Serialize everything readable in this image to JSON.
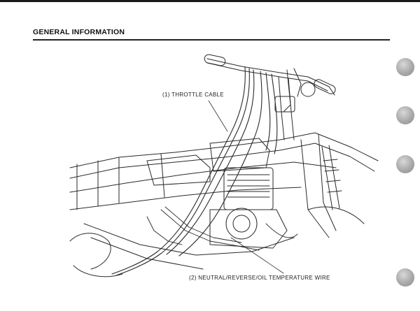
{
  "page": {
    "section_title": "GENERAL INFORMATION"
  },
  "illustration": {
    "callouts": [
      {
        "label": "(1) THROTTLE CABLE"
      },
      {
        "label": "(2) NEUTRAL/REVERSE/OIL TEMPERATURE WIRE"
      }
    ]
  },
  "colors": {
    "ink": "#222222",
    "tab_gray": "#a9a9a9"
  }
}
